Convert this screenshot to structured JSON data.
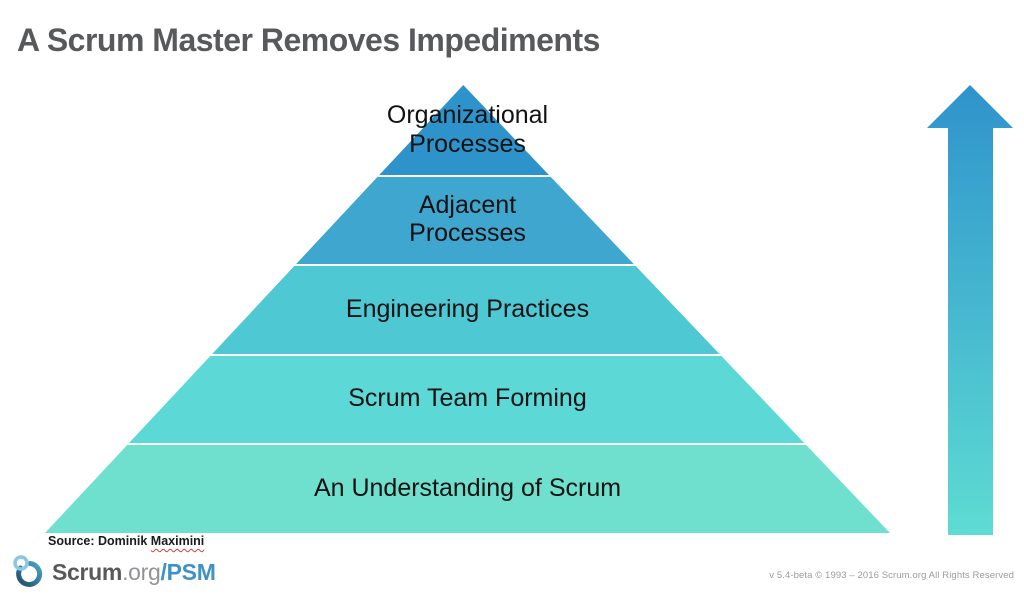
{
  "title": "A Scrum Master Removes Impediments",
  "pyramid": {
    "levels": [
      {
        "lines": [
          "Organizational",
          "Processes"
        ],
        "color": "#2E92CB"
      },
      {
        "lines": [
          "Adjacent",
          "Processes"
        ],
        "color": "#3FA7CF"
      },
      {
        "lines": [
          "Engineering Practices"
        ],
        "color": "#4EC8D2"
      },
      {
        "lines": [
          "Scrum Team Forming"
        ],
        "color": "#5CD9D7"
      },
      {
        "lines": [
          "An Understanding of Scrum"
        ],
        "color": "#6FE0CD"
      }
    ],
    "separator_color": "#FFFFFF"
  },
  "arrow": {
    "direction": "up",
    "gradient_top": "#2F93CC",
    "gradient_bottom": "#5EDCD3"
  },
  "source": {
    "prefix": "Source: Dominik ",
    "underlined_word": "Maximini"
  },
  "footer": {
    "logo": {
      "scrum": "Scrum",
      "org": ".org",
      "psm": "/PSM",
      "psm_color": "#3E92C4",
      "icon_light": "#8BC7E2",
      "icon_dark": "#1F4E6B",
      "icon_teal": "#4AA5C4"
    },
    "copyright": "v 5.4-beta © 1993 – 2016 Scrum.org All Rights Reserved"
  }
}
